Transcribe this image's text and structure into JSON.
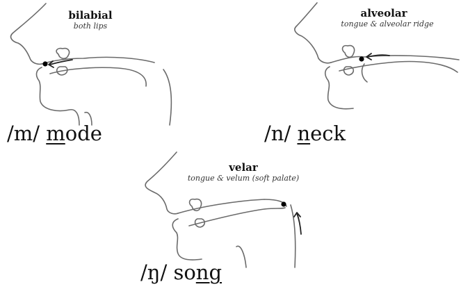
{
  "panels": {
    "bilabial": {
      "title": "bilabial",
      "subtitle": "both lips",
      "symbol": "/m/",
      "word_underlined": "m",
      "word_rest": "ode"
    },
    "alveolar": {
      "title": "alveolar",
      "subtitle": "tongue & alveolar ridge",
      "symbol": "/n/",
      "word_underlined": "n",
      "word_rest": "eck"
    },
    "velar": {
      "title": "velar",
      "subtitle": "tongue & velum (soft palate)",
      "symbol": "/ŋ/",
      "word_plain": "so",
      "word_underlined": "ng"
    }
  },
  "colors": {
    "outline": "#6a6a6a",
    "point": "#000000",
    "text": "#111111"
  },
  "icons": [
    "head-profile-icon",
    "articulation-point-icon",
    "arrow-icon"
  ]
}
